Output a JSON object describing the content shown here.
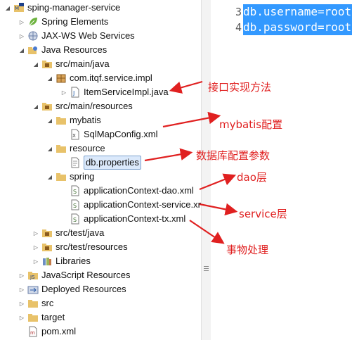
{
  "project_tree": [
    {
      "label": "sping-manager-service",
      "twisty": "open",
      "icon": "maven-project-icon"
    },
    {
      "label": "Spring Elements",
      "twisty": "closed",
      "icon": "spring-leaf-icon"
    },
    {
      "label": "JAX-WS Web Services",
      "twisty": "closed",
      "icon": "jaxws-icon"
    },
    {
      "label": "Java Resources",
      "twisty": "open",
      "icon": "java-resources-icon"
    },
    {
      "label": "src/main/java",
      "twisty": "open",
      "icon": "source-folder-icon"
    },
    {
      "label": "com.itqf.service.impl",
      "twisty": "open",
      "icon": "package-icon"
    },
    {
      "label": "ItemServiceImpl.java",
      "twisty": "closed",
      "icon": "java-file-icon"
    },
    {
      "label": "src/main/resources",
      "twisty": "open",
      "icon": "source-folder-icon"
    },
    {
      "label": "mybatis",
      "twisty": "open",
      "icon": "folder-icon"
    },
    {
      "label": "SqlMapConfig.xml",
      "twisty": "none",
      "icon": "xml-file-icon"
    },
    {
      "label": "resource",
      "twisty": "open",
      "icon": "folder-icon"
    },
    {
      "label": "db.properties",
      "twisty": "none",
      "icon": "properties-file-icon",
      "selected": true
    },
    {
      "label": "spring",
      "twisty": "open",
      "icon": "folder-icon"
    },
    {
      "label": "applicationContext-dao.xml",
      "twisty": "none",
      "icon": "spring-xml-icon"
    },
    {
      "label": "applicationContext-service.xml",
      "twisty": "none",
      "icon": "spring-xml-icon"
    },
    {
      "label": "applicationContext-tx.xml",
      "twisty": "none",
      "icon": "spring-xml-icon"
    },
    {
      "label": "src/test/java",
      "twisty": "closed",
      "icon": "source-folder-icon"
    },
    {
      "label": "src/test/resources",
      "twisty": "closed",
      "icon": "source-folder-icon"
    },
    {
      "label": "Libraries",
      "twisty": "closed",
      "icon": "libraries-icon"
    },
    {
      "label": "JavaScript Resources",
      "twisty": "closed",
      "icon": "javascript-resources-icon"
    },
    {
      "label": "Deployed Resources",
      "twisty": "closed",
      "icon": "deployed-resources-icon"
    },
    {
      "label": "src",
      "twisty": "closed",
      "icon": "folder-icon"
    },
    {
      "label": "target",
      "twisty": "closed",
      "icon": "folder-icon"
    },
    {
      "label": "pom.xml",
      "twisty": "none",
      "icon": "maven-pom-icon"
    }
  ],
  "editor": {
    "lines": [
      {
        "num": "3",
        "text": "db.username=root"
      },
      {
        "num": "4",
        "text": "db.password=root"
      }
    ]
  },
  "annotations": {
    "impl": "接口实现方法",
    "mybatis": "mybatis配置",
    "dbconfig": "数据库配置参数",
    "dao": "dao层",
    "service": "service层",
    "tx": "事物处理"
  },
  "colors": {
    "annotation": "#e02020",
    "selection_bg": "#dbe9fb",
    "code_highlight": "#3399ff"
  }
}
